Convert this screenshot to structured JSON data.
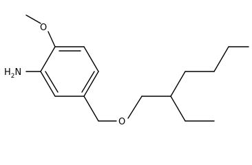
{
  "molecule": {
    "atoms": {
      "methoxy_oxygen": "O",
      "amine_element": "H",
      "amine_subscript": "2",
      "amine_element_n": "N",
      "ether_oxygen": "O"
    }
  }
}
